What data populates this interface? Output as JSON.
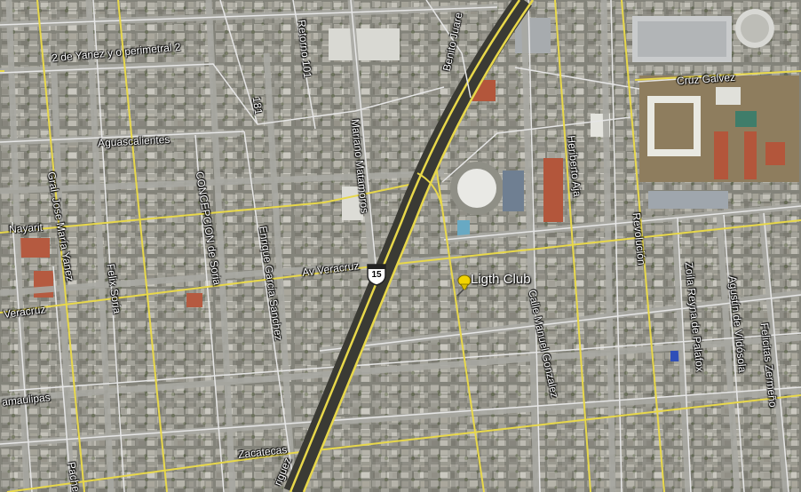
{
  "streets": {
    "yanez_perimetral": "2 de Yanez y o perimetral 2",
    "retorno": "Retorno 101",
    "benito_juarez": "Benito Juare",
    "aguascalientes": "Aguascalientes",
    "num_181": "181",
    "mariano_matamoros": "Mariano Matamoros",
    "heriberto_aja": "Heriberto Aja",
    "cruz_galvez": "Cruz Galvez",
    "gral_jose_maria_yanez": "Gral. Jose María Yanez",
    "concepcion_de_soria": "CONCEPCION de Soria",
    "enrique_garcia_sanchez": "Enrique Garcia Sanchez",
    "nayarit": "Nayarit",
    "av_veracruz": "Av Veracruz",
    "veracruz": "Veracruz",
    "felix_soria": "Felix Soria",
    "revolucion": "Revolución",
    "zoila_reyna": "Zoila Reyna de Palafox",
    "agustin_vildosola": "Agustín de Vildósola",
    "felicitas_zermeno": "Felicitas Zermeño",
    "calle_manuel_gonzalez": "Calle Manuel Gonzalez",
    "tamaulipas": "amaulipas",
    "pacheco": "Pache",
    "zacatecas": "Zacatecas",
    "rodriguez": "riguez"
  },
  "highway_shield": {
    "number": "15"
  },
  "placemark": {
    "label": "Ligth Club",
    "icon": "yellow-pushpin-icon",
    "color": "#f2d400"
  },
  "colors": {
    "yellow_road": "#e8d84a",
    "white_road": "#e6e6e6"
  }
}
